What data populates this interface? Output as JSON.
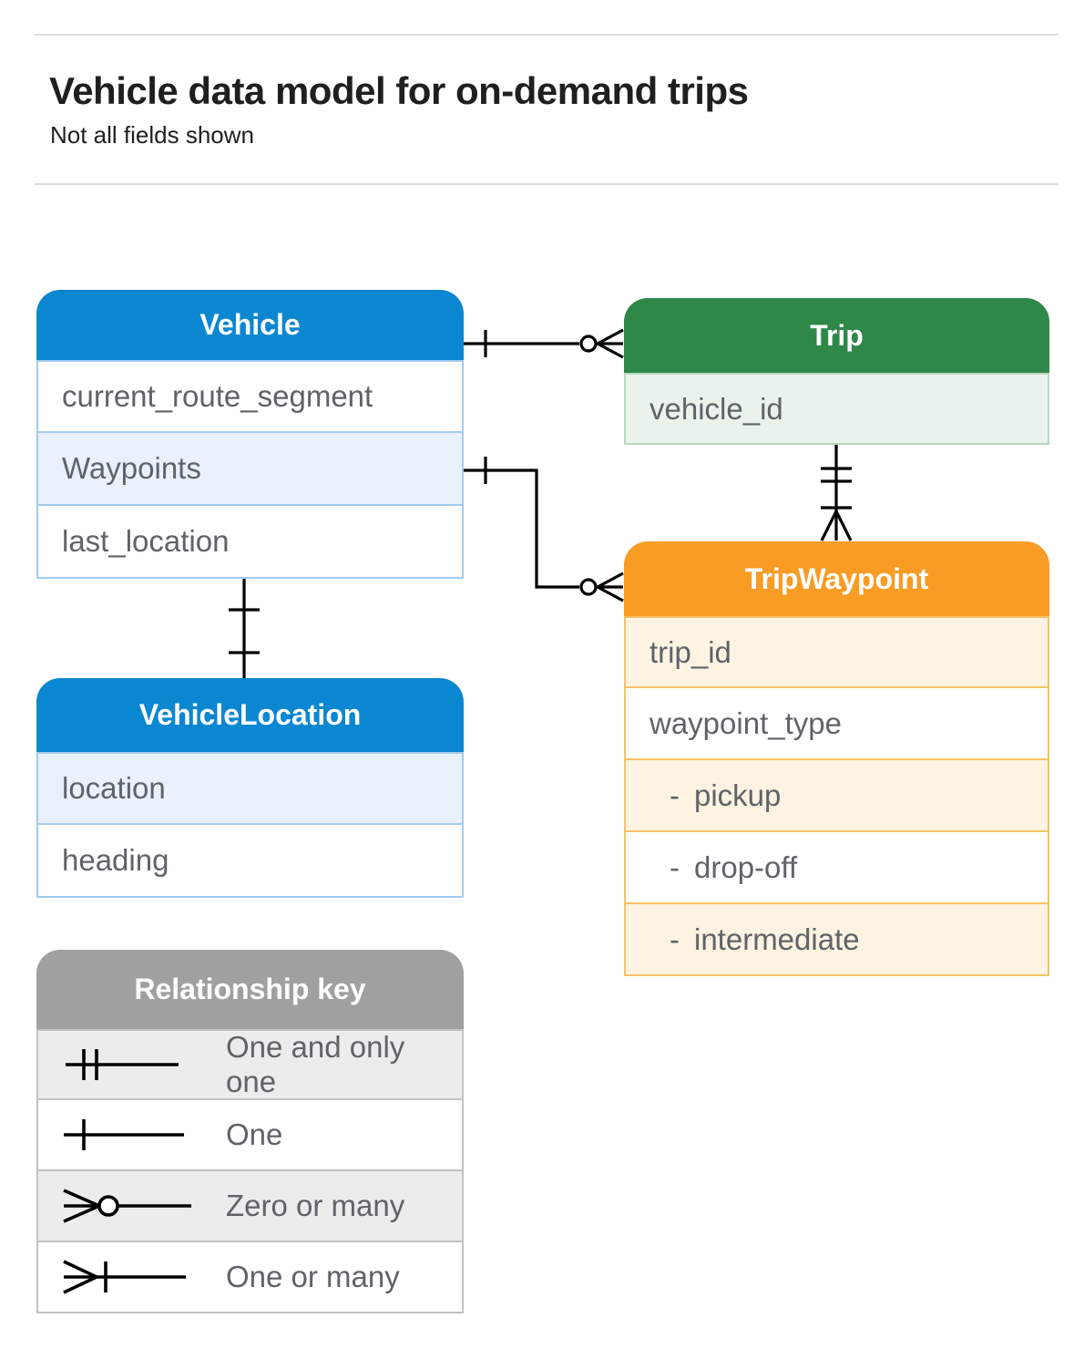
{
  "header": {
    "title": "Vehicle data model for on-demand trips",
    "subtitle": "Not all fields shown"
  },
  "entities": {
    "vehicle": {
      "title": "Vehicle",
      "fields": [
        {
          "label": "current_route_segment"
        },
        {
          "label": "Waypoints"
        },
        {
          "label": "last_location"
        }
      ]
    },
    "trip": {
      "title": "Trip",
      "fields": [
        {
          "label": "vehicle_id"
        }
      ]
    },
    "tripWaypoint": {
      "title": "TripWaypoint",
      "fields": [
        {
          "label": "trip_id"
        },
        {
          "label": "waypoint_type"
        },
        {
          "prefix": "-",
          "label": "pickup"
        },
        {
          "prefix": "-",
          "label": "drop-off"
        },
        {
          "prefix": "-",
          "label": "intermediate"
        }
      ]
    },
    "vehicleLocation": {
      "title": "VehicleLocation",
      "fields": [
        {
          "label": "location"
        },
        {
          "label": "heading"
        }
      ]
    }
  },
  "legend": {
    "title": "Relationship key",
    "items": [
      {
        "id": "one-and-only-one",
        "label": "One and only one"
      },
      {
        "id": "one",
        "label": "One"
      },
      {
        "id": "zero-or-many",
        "label": "Zero or many"
      },
      {
        "id": "one-or-many",
        "label": "One or many"
      }
    ]
  },
  "relationships": [
    {
      "from": "Vehicle",
      "to": "Trip",
      "from_cardinality": "one",
      "to_cardinality": "zero-or-many"
    },
    {
      "from": "Vehicle.Waypoints",
      "to": "TripWaypoint",
      "from_cardinality": "one",
      "to_cardinality": "zero-or-many"
    },
    {
      "from": "Trip",
      "to": "TripWaypoint",
      "from_cardinality": "one-and-only-one",
      "to_cardinality": "one-or-many"
    },
    {
      "from": "Vehicle",
      "to": "VehicleLocation",
      "from_cardinality": "one",
      "to_cardinality": "one"
    }
  ],
  "colors": {
    "blue": "#0b87d2",
    "blue_light": "#e8f1fc",
    "green": "#2e8848",
    "green_light": "#eaf3eb",
    "orange": "#f89c24",
    "orange_light": "#fdf3e2",
    "gray": "#a0a0a0",
    "gray_light": "#ececec",
    "row_text": "#5f6368",
    "line": "#000000"
  }
}
